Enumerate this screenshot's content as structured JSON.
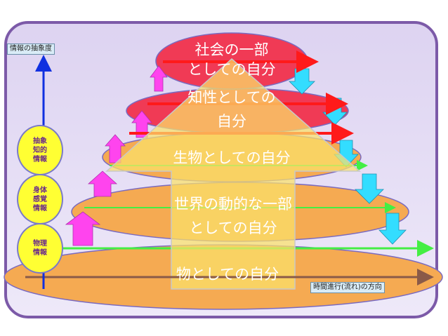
{
  "axis_y_label": "情報の抽象度",
  "axis_x_label": "時間進行(流れ)の方向",
  "levels": [
    {
      "label": "抽象\n知的\n情報"
    },
    {
      "label": "身体\n感覚\n情報"
    },
    {
      "label": "物理\n情報"
    }
  ],
  "layers": [
    {
      "line1": "社会の一部",
      "line2": "としての自分"
    },
    {
      "line1": "知性としての",
      "line2": "自分"
    },
    {
      "line1": "生物としての自分",
      "line2": ""
    },
    {
      "line1": "世界の動的な一部",
      "line2": "としての自分"
    },
    {
      "line1": "物としての自分",
      "line2": ""
    }
  ],
  "colors": {
    "background": "#e4dcf4",
    "frame": "#7c5aa8",
    "ellipse_red": "#f03a55",
    "ellipse_orange": "#f5aa52",
    "big_arrow": "#fbe26a",
    "up_arrow": "#ff44ee",
    "down_arrow": "#33ddff",
    "axis_blue": "#1030e0"
  }
}
